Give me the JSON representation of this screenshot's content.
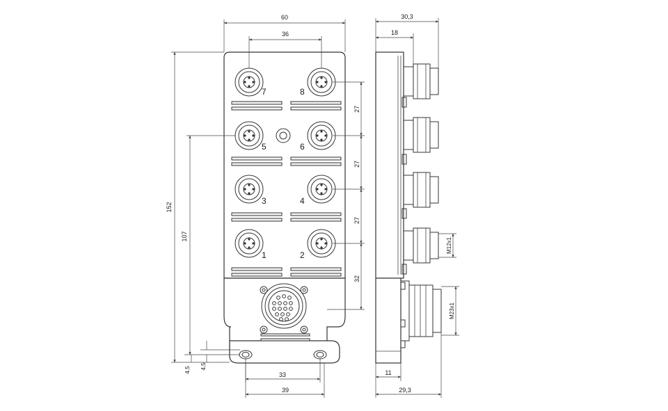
{
  "dimensions": {
    "top_width": "60",
    "port_spacing": "36",
    "height_total": "152",
    "height_to_axis": "107",
    "pitch_1": "27",
    "pitch_2": "27",
    "pitch_3": "27",
    "pitch_4": "32",
    "bottom_offset_1": "4,5",
    "bottom_offset_2": "4,5",
    "hole_spacing": "33",
    "base_width": "39",
    "side_depth_total": "30,3",
    "side_depth_body": "18",
    "side_bottom_thickness": "11",
    "side_bottom_depth": "29,3",
    "thread_small": "M12x1",
    "thread_large": "M23x1"
  },
  "ports": {
    "p7": "7",
    "p8": "8",
    "p5": "5",
    "p6": "6",
    "p3": "3",
    "p4": "4",
    "p1": "1",
    "p2": "2"
  }
}
